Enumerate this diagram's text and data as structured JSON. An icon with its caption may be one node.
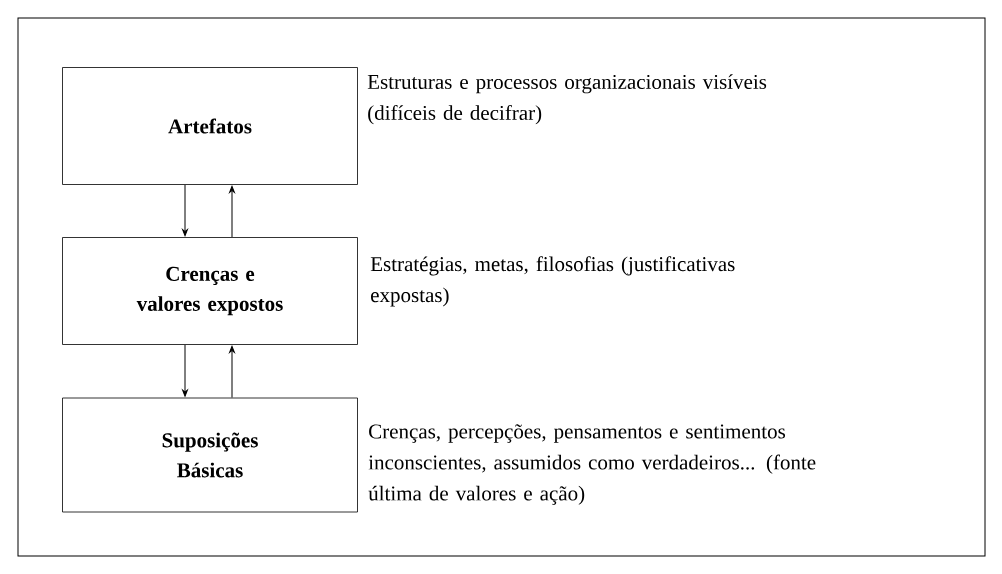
{
  "diagram": {
    "nodes": [
      {
        "text": [
          "Artefatos"
        ],
        "beside": [
          "Estruturas e processos organizacionais visíveis (difíceis de decifrar)"
        ]
      },
      {
        "text": [
          "Crenças e valores expostos"
        ],
        "beside": [
          "Estratégias, metas, filosofias (justificativas expostas)"
        ]
      },
      {
        "text": [
          "Suposições Básicas"
        ],
        "beside": [
          "Crenças, percepções, pensamentos e sentimentos inconscientes, assumidos como verdadeiros... (fonte última de valores e ação)"
        ]
      }
    ],
    "edges": [
      {
        "from": 0,
        "to": 1,
        "arrow": "to"
      },
      {
        "from": 1,
        "to": 0,
        "arrow": "to"
      },
      {
        "from": 1,
        "to": 2,
        "arrow": "to"
      },
      {
        "from": 2,
        "to": 1,
        "arrow": "to"
      }
    ]
  }
}
